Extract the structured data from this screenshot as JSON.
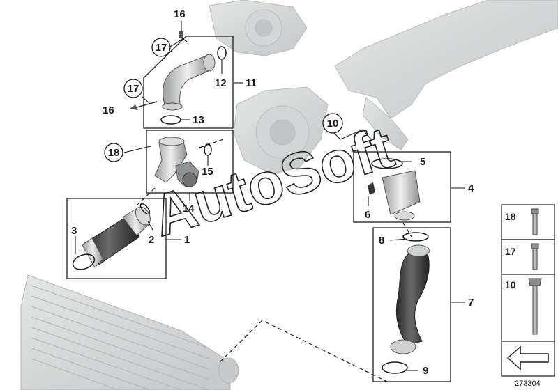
{
  "diagram": {
    "callouts": {
      "c1": "1",
      "c2": "2",
      "c3": "3",
      "c4": "4",
      "c5": "5",
      "c6": "6",
      "c7": "7",
      "c8": "8",
      "c9": "9",
      "c10": "10",
      "c11": "11",
      "c12": "12",
      "c13": "13",
      "c14": "14",
      "c15": "15",
      "c16a": "16",
      "c16b": "16",
      "c17a": "17",
      "c17b": "17",
      "c18": "18"
    },
    "watermark": "AutoSoft",
    "legend": {
      "item18": "18",
      "item17": "17",
      "item10": "10"
    },
    "diagram_number": "273304",
    "colors": {
      "ghost": "#cfd2d2",
      "part_dark": "#3a3a3a",
      "part_light": "#d8dada",
      "line": "#1a1a1a"
    }
  }
}
